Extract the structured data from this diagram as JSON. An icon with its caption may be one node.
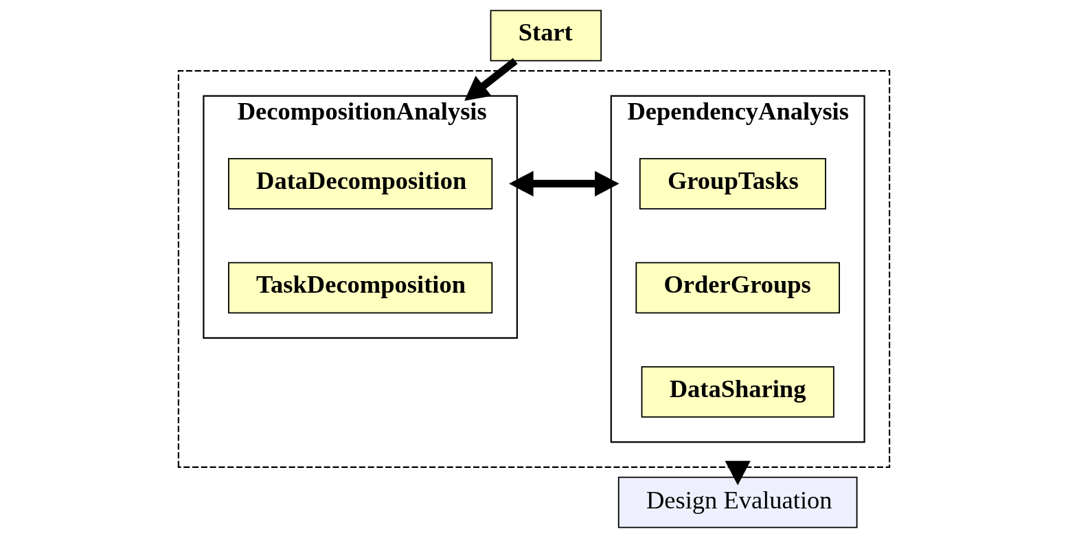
{
  "diagram": {
    "nodes": [
      {
        "text": [
          "Start"
        ]
      },
      {
        "text": [],
        "shape": "box"
      },
      {
        "text": [
          "DependencyAnalysis"
        ],
        "in": 1
      },
      {
        "text": [
          "GroupTasks"
        ],
        "in": 2
      },
      {
        "text": [
          "OrderGroups"
        ],
        "in": 2
      },
      {
        "text": [
          "DataSharing"
        ],
        "in": 2
      },
      {
        "text": [
          "DecompositionAnalysis"
        ],
        "in": 1
      },
      {
        "text": [
          "DataDecomposition"
        ],
        "in": 6
      },
      {
        "text": [
          "TaskDecomposition"
        ],
        "in": 6
      },
      {
        "text": [
          "Design Evaluation"
        ]
      }
    ],
    "edges": [
      {
        "from": 0,
        "to": 6,
        "arrow": "to"
      },
      {
        "from": 2,
        "to": 6,
        "arrow": "both"
      },
      {
        "from": 1,
        "to": 9,
        "arrow": "to"
      }
    ]
  }
}
